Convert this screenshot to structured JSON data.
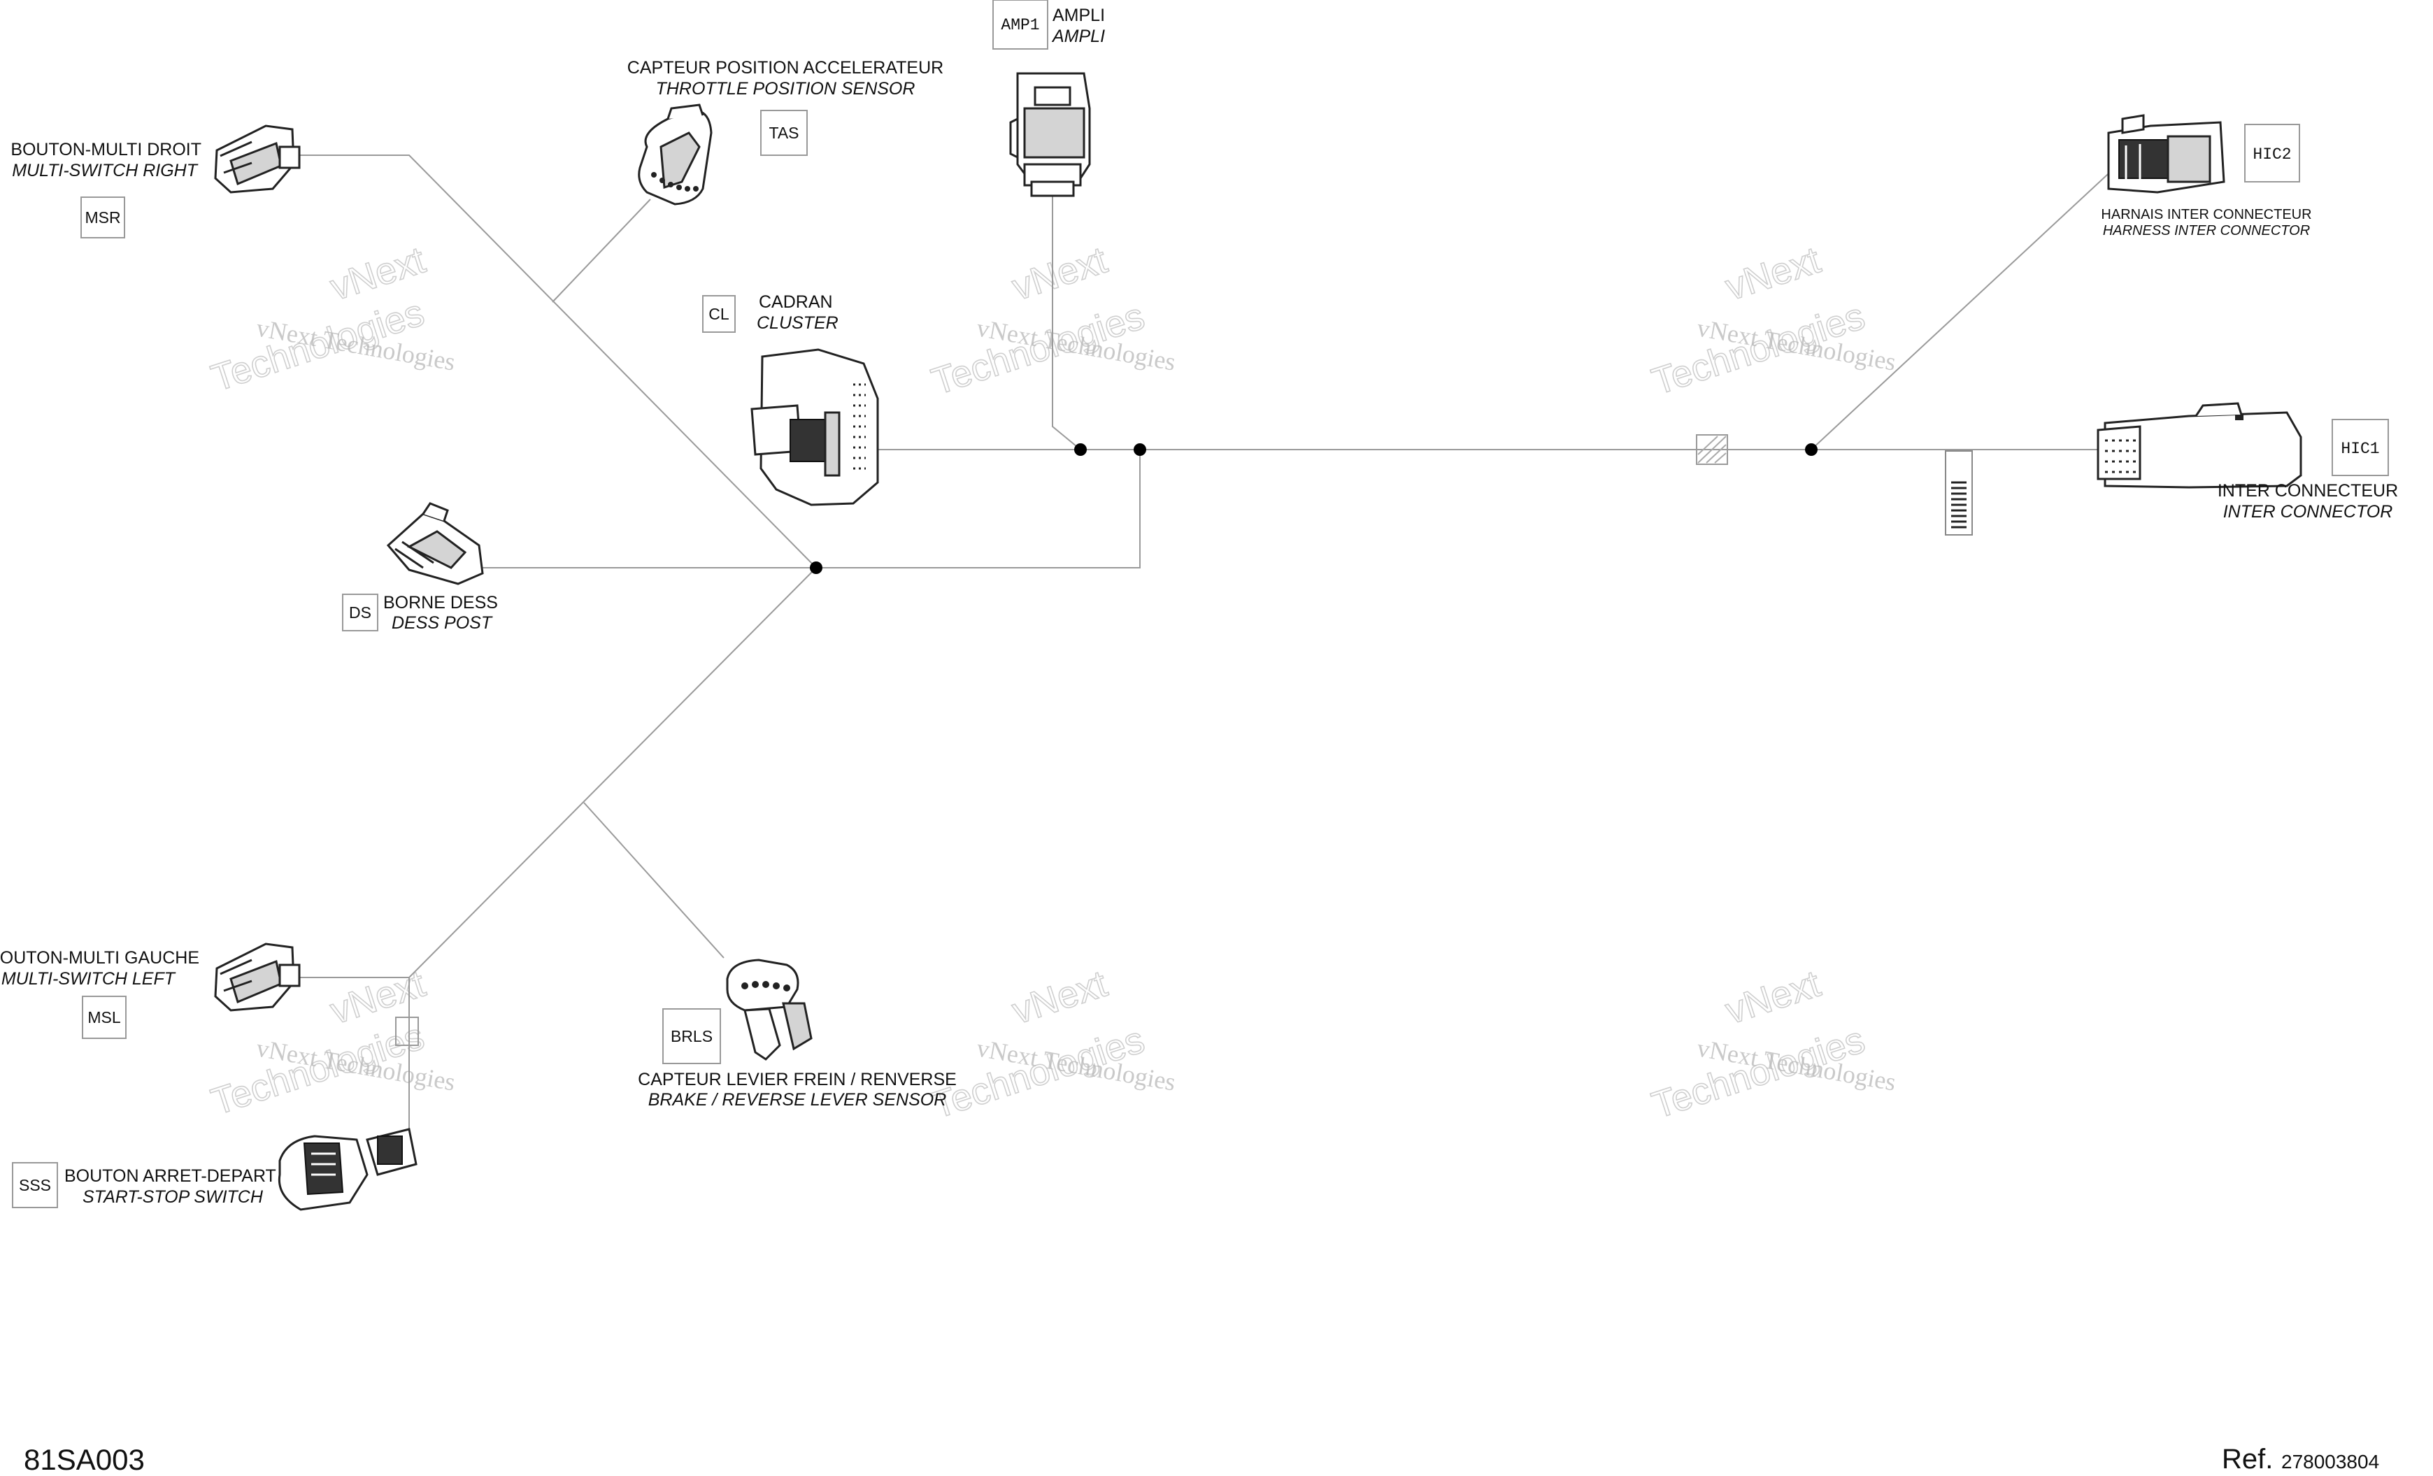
{
  "components": {
    "msr": {
      "code": "MSR",
      "label_fr": "BOUTON-MULTI DROIT",
      "label_en": "MULTI-SWITCH RIGHT"
    },
    "tas": {
      "code": "TAS",
      "label_fr": "CAPTEUR POSITION ACCELERATEUR",
      "label_en": "THROTTLE POSITION SENSOR"
    },
    "amp1": {
      "code": "AMP1",
      "label_fr": "AMPLI",
      "label_en": "AMPLI"
    },
    "cl": {
      "code": "CL",
      "label_fr": "CADRAN",
      "label_en": "CLUSTER"
    },
    "ds": {
      "code": "DS",
      "label_fr": "BORNE DESS",
      "label_en": "DESS POST"
    },
    "hic2": {
      "code": "HIC2",
      "label_fr": "HARNAIS INTER CONNECTEUR",
      "label_en": "HARNESS INTER CONNECTOR"
    },
    "hic1": {
      "code": "HIC1",
      "label_fr": "INTER CONNECTEUR",
      "label_en": "INTER CONNECTOR"
    },
    "msl": {
      "code": "MSL",
      "label_fr": "BOUTON-MULTI GAUCHE",
      "label_en": "MULTI-SWITCH LEFT"
    },
    "brls": {
      "code": "BRLS",
      "label_fr": "CAPTEUR LEVIER FREIN / RENVERSE",
      "label_en": "BRAKE / REVERSE LEVER SENSOR"
    },
    "sss": {
      "code": "SSS",
      "label_fr": "BOUTON ARRET-DEPART",
      "label_en": "START-STOP SWITCH"
    }
  },
  "watermark": {
    "line1": "vNext Technologies",
    "line2": "vNext",
    "line3": "Technologies"
  },
  "footer": {
    "drawing_id": "81SA003",
    "ref_label": "Ref.",
    "ref_number": "278003804"
  }
}
